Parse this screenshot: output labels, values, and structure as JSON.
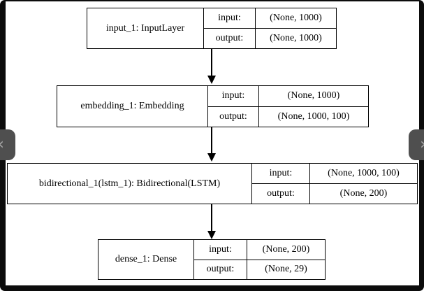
{
  "diagram": {
    "type": "keras-model-plot",
    "layers": [
      {
        "name": "input_1: InputLayer",
        "input_label": "input:",
        "output_label": "output:",
        "input_shape": "(None, 1000)",
        "output_shape": "(None, 1000)"
      },
      {
        "name": "embedding_1: Embedding",
        "input_label": "input:",
        "output_label": "output:",
        "input_shape": "(None, 1000)",
        "output_shape": "(None, 1000, 100)"
      },
      {
        "name": "bidirectional_1(lstm_1): Bidirectional(LSTM)",
        "input_label": "input:",
        "output_label": "output:",
        "input_shape": "(None, 1000, 100)",
        "output_shape": "(None, 200)"
      },
      {
        "name": "dense_1: Dense",
        "input_label": "input:",
        "output_label": "output:",
        "input_shape": "(None, 200)",
        "output_shape": "(None, 29)"
      }
    ],
    "colors": {
      "line": "#000000",
      "canvas": "#ffffff",
      "frame": "#0c0c0c",
      "handle": "#4f4f4f",
      "handle_icon": "#a8a8a8"
    }
  },
  "nav": {
    "prev_icon": "‹",
    "next_icon": "›"
  }
}
